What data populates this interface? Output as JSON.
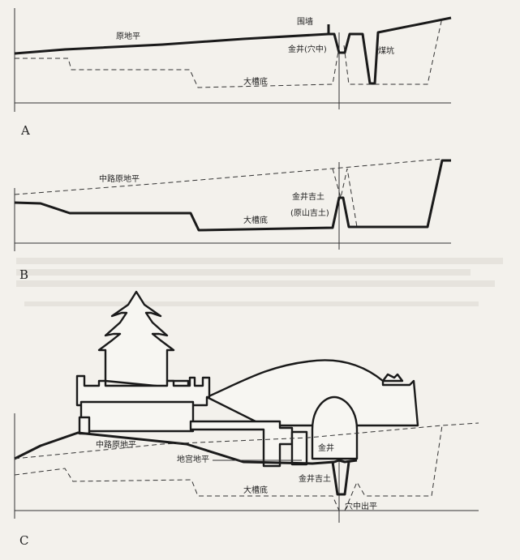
{
  "panels": {
    "a": {
      "letter": "A",
      "labels": {
        "original_ground": "原地平",
        "enclosure": "围墙",
        "gold_well": "金井(穴中)",
        "coal_pit": "煤坑",
        "big_trench": "大槽底"
      }
    },
    "b": {
      "letter": "B",
      "labels": {
        "central_original_ground": "中路原地平",
        "gold_well_soil": "金井吉土",
        "mountain_soil": "(原山吉土)",
        "big_trench": "大槽底"
      }
    },
    "c": {
      "letter": "C",
      "labels": {
        "central_original_ground": "中路原地平",
        "underground_palace": "地宫地平",
        "gold_well": "金井",
        "gold_well_soil": "金井吉土",
        "big_trench": "大槽底",
        "cave_level": "穴中出平"
      }
    }
  },
  "colors": {
    "background": "#f3f1ec",
    "ink": "#1a1a1a"
  }
}
